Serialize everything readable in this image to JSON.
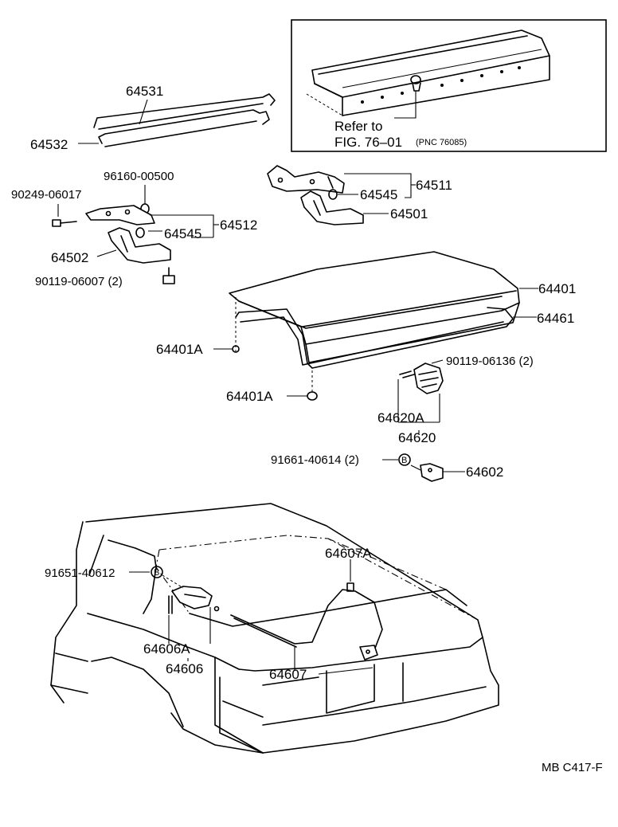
{
  "inset": {
    "refer_line1": "Refer to",
    "refer_line2": "FIG. 76–01",
    "refer_pnc": "(PNC 76085)"
  },
  "labels": {
    "p64531": "64531",
    "p64532": "64532",
    "p96160": "96160-00500",
    "p90249": "90249-06017",
    "p64512": "64512",
    "p64545a": "64545",
    "p64502": "64502",
    "p90119a": "90119-06007 (2)",
    "p64511": "64511",
    "p64545b": "64545",
    "p64501": "64501",
    "p64401": "64401",
    "p64461": "64461",
    "p64401a1": "64401A",
    "p64401a2": "64401A",
    "p90119b": "90119-06136 (2)",
    "p64620a": "64620A",
    "p64620": "64620",
    "p91661": "91661-40614 (2)",
    "p64602": "64602",
    "p64607a": "64607A",
    "p91651": "91651-40612",
    "p64606a": "64606A",
    "p64606": "64606",
    "p64607": "64607"
  },
  "footer": {
    "code": "MB C417-F"
  }
}
